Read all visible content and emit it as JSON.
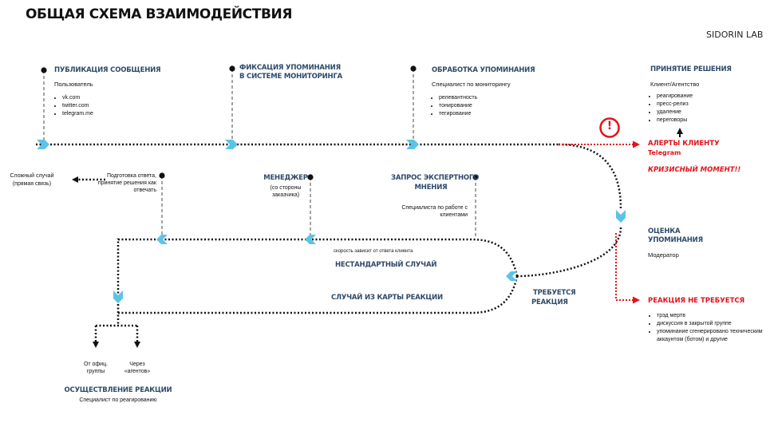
{
  "title": "ОБЩАЯ СХЕМА ВЗАИМОДЕЙСТВИЯ",
  "brand": "SIDORIN LAB",
  "stages": {
    "publication": {
      "heading": "ПУБЛИКАЦИЯ СООБЩЕНИЯ",
      "actor": "Пользователь",
      "items": [
        "vk.com",
        "twitter.com",
        "telegram.me"
      ]
    },
    "fixation": {
      "heading_line1": "ФИКСАЦИЯ УПОМИНАНИЯ",
      "heading_line2": "В СИСТЕМЕ МОНИТОРИНГА"
    },
    "processing": {
      "heading": "ОБРАБОТКА УПОМИНАНИЯ",
      "actor": "Специалист по мониторингу",
      "items": [
        "релевантность",
        "тонирование",
        "тегирование"
      ]
    },
    "decision": {
      "heading": "ПРИНЯТИЕ РЕШЕНИЯ",
      "actor": "Клиент/Агентство",
      "items": [
        "реагирование",
        "пресс-релиз",
        "удаление",
        "переговоры"
      ]
    },
    "alerts": {
      "heading": "АЛЕРТЫ КЛИЕНТУ",
      "channel": "Telegram",
      "crisis": "КРИЗИСНЫЙ МОМЕНТ!!",
      "warning_symbol": "!"
    },
    "evaluation": {
      "heading_line1": "ОЦЕНКА",
      "heading_line2": "УПОМИНАНИЯ",
      "actor": "Модератор"
    },
    "no_reaction": {
      "heading": "РЕАКЦИЯ НЕ ТРЕБУЕТСЯ",
      "items": [
        "трэд мертв",
        "дискуссия в закрытой группе",
        "упоминание сгенерировано техническим аккаунтом (ботом) и другие"
      ]
    },
    "reaction_needed": {
      "heading_line1": "ТРЕБУЕТСЯ",
      "heading_line2": "РЕАКЦИЯ"
    },
    "expert_request": {
      "heading_line1": "ЗАПРОС ЭКСПЕРТНОГО",
      "heading_line2": "МНЕНИЯ",
      "actor_line1": "Специалиста по работе с",
      "actor_line2": "клиентами"
    },
    "manager": {
      "heading": "МЕНЕДЖЕР",
      "note_line1": "(со стороны",
      "note_line2": "заказчика)"
    },
    "prepare": {
      "line1": "Подготовка ответа,",
      "line2": "принятие решения как",
      "line3": "отвечать"
    },
    "complex_case": {
      "line1": "Сложный случай",
      "line2": "(прямая связь)"
    },
    "speed_note": "скорость зависит от ответа клиента",
    "nonstandard": "НЕСТАНДАРТНЫЙ СЛУЧАЙ",
    "from_map": "СЛУЧАЙ ИЗ КАРТЫ РЕАКЦИИ",
    "official": {
      "line1": "От офиц.",
      "line2": "группы"
    },
    "agents": {
      "line1": "Через",
      "line2": "«агентов»"
    },
    "execution": {
      "heading": "ОСУЩЕСТВЛЕНИЕ РЕАКЦИИ",
      "actor": "Специалист по реагированию"
    }
  },
  "colors": {
    "heading": "#2f4a6b",
    "accent_red": "#e3121b",
    "chevron": "#5bc4e6",
    "line": "#111111"
  }
}
